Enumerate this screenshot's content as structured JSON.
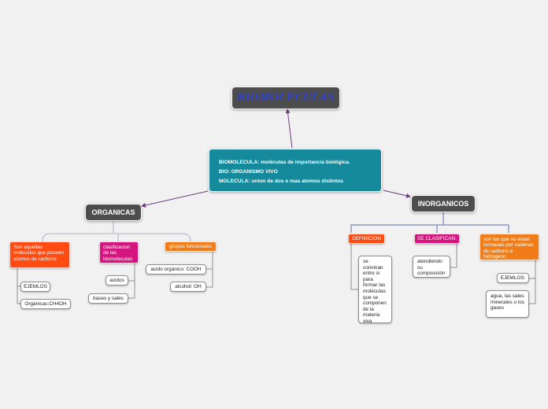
{
  "title": "BIOMOLECULAS",
  "root": {
    "lines": [
      "BIOMOLECULA: moléculas de importancia biológica.",
      "BIO: ORGANISMO VIVO",
      "MOLECULA: union de dos o mas atomos distintos"
    ]
  },
  "organicas": {
    "label": "ORGANICAS",
    "definition": "Son aquellas moleculas que poseen atomos de carbono",
    "ejemplos": "EJEMLOS",
    "ejemplo_formula": "Orgánicas:CH4OH",
    "clasificacion": "clasificacion de las biomoleculas",
    "acidos": "acidos",
    "bases": "bases y sales",
    "grupos": "grupos funcionales",
    "acido_organico": "acido orgánico: COOH",
    "alcohol": "alcohol: OH"
  },
  "inorganicos": {
    "label": "INORGANICOS",
    "definicion": "DEFINICION",
    "definicion_text": "se convinan entre si para formar las moléculas que se componen de la materia viva",
    "clasifican": "SE CLASIFICAN:",
    "composicion": "atendiendo su composición",
    "no_carbono": "son las que no estan formadas por cadenas de carbono e hidrogeno",
    "ejemplos": "EJEMLOS:",
    "ejemplo_text": "agua, las sales minerales o los gases"
  },
  "colors": {
    "background": "#f1f1f2",
    "title_text": "#2b3fd8",
    "root_fill": "#148a9c",
    "main_node_fill": "#4d4d4d",
    "arrow": "#6b3c7d",
    "orange_red": "#ff4a12",
    "magenta": "#d3157d",
    "orange": "#f07d17",
    "connector_line": "#a99bbd"
  }
}
